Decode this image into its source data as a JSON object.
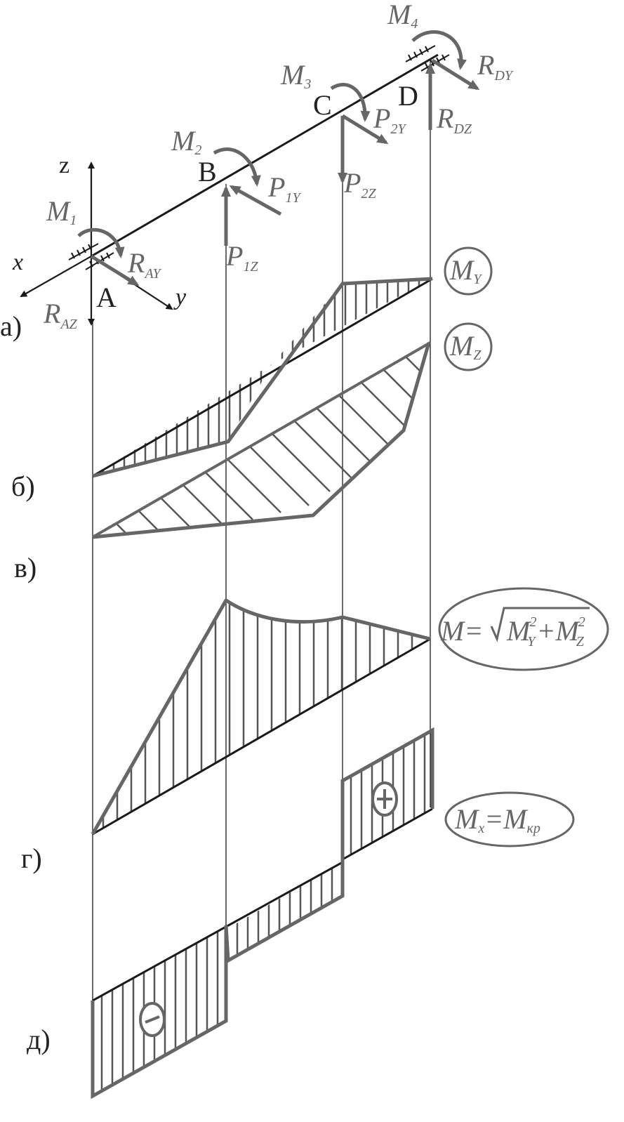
{
  "colors": {
    "beam": "#1a1a1a",
    "diagram": "#666666",
    "hatch": "#555555",
    "thin": "#1a1a1a",
    "text": "#666666",
    "text_dark": "#222222"
  },
  "axes": {
    "x": "x",
    "y": "y",
    "z": "z"
  },
  "points": {
    "A": "A",
    "B": "B",
    "C": "C",
    "D": "D"
  },
  "moments": {
    "m1": {
      "main": "M",
      "sub": "1"
    },
    "m2": {
      "main": "M",
      "sub": "2"
    },
    "m3": {
      "main": "M",
      "sub": "3"
    },
    "m4": {
      "main": "M",
      "sub": "4"
    }
  },
  "forces": {
    "rdy": {
      "main": "R",
      "sub": "DY"
    },
    "rdz": {
      "main": "R",
      "sub": "DZ"
    },
    "p2y": {
      "main": "P",
      "sub": "2Y"
    },
    "p2z": {
      "main": "P",
      "sub": "2Z"
    },
    "p1y": {
      "main": "P",
      "sub": "1Y"
    },
    "p1z": {
      "main": "P",
      "sub": "1Z"
    },
    "ray": {
      "main": "R",
      "sub": "AY"
    },
    "raz": {
      "main": "R",
      "sub": "AZ"
    }
  },
  "panels": {
    "a": "а)",
    "b": "б)",
    "v": "в)",
    "g": "г)",
    "d": "д)"
  },
  "legend": {
    "my": {
      "main": "M",
      "sub": "Y"
    },
    "mz": {
      "main": "M",
      "sub": "Z"
    },
    "m_total": {
      "lhs": "M=",
      "term1": "M",
      "sub1": "Y",
      "sup1": "2",
      "plus": "+",
      "term2": "M",
      "sub2": "Z",
      "sup2": "2"
    },
    "mx": {
      "lhs": "M",
      "lhs_sub": "x",
      "eq": "=M",
      "rhs_sub": "кр"
    }
  },
  "signs": {
    "plus": "+",
    "minus": "−"
  }
}
